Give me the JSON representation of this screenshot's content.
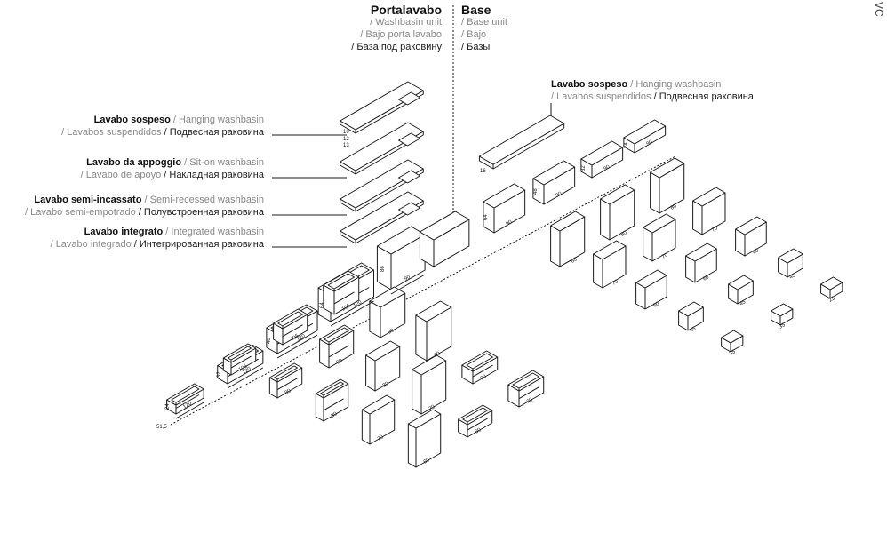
{
  "header": {
    "portalavabo": {
      "title": "Portalavabo",
      "en": "/ Washbasin unit",
      "es": "/ Bajo porta lavabo",
      "ru": "/ База под раковину"
    },
    "base": {
      "title": "Base",
      "en": "/ Base unit",
      "es": "/ Bajo",
      "ru": "/ Базы"
    }
  },
  "legend": [
    {
      "it": "Lavabo sospeso",
      "en": " / Hanging washbasin",
      "es": "/ Lavabos suspendidos",
      "ru": " / Подвесная раковина"
    },
    {
      "it": "Lavabo da appoggio",
      "en": " / Sit-on washbasin",
      "es": "/ Lavabo de apoyo",
      "ru": " / Накладная раковина"
    },
    {
      "it": "Lavabo semi-incassato",
      "en": " / Semi-recessed washbasin",
      "es": "/ Lavabo semi-empotrado",
      "ru": " / Полувстроенная раковина"
    },
    {
      "it": "Lavabo integrato",
      "en": " / Integrated washbasin",
      "es": "/ Lavabo integrado",
      "ru": " / Интегрированная раковина"
    }
  ],
  "right_label": {
    "it": "Lavabo sospeso",
    "en": " / Hanging washbasin",
    "es": "/ Lavabos suspendidos",
    "ru": " / Подвесная раковина"
  },
  "corner_mark": "VC",
  "dims": {
    "thickness": [
      "10",
      "12",
      "13"
    ],
    "top16": "16",
    "heights_left": [
      "24",
      "32",
      "48",
      "64",
      "86"
    ],
    "depth": "51,5",
    "widths_left": [
      "120",
      "120",
      "120",
      "120",
      "90"
    ],
    "heights_right": [
      "64",
      "48",
      "32",
      "24"
    ],
    "widths_right": [
      "90",
      "90",
      "90",
      "90",
      "90"
    ],
    "grid_left": [
      "105",
      "105",
      "105",
      "90",
      "90",
      "90",
      "80",
      "80",
      "80",
      "70",
      "70",
      "70",
      "60",
      "60",
      "60"
    ],
    "grid_right": [
      "80",
      "80",
      "80",
      "70",
      "70",
      "70",
      "60",
      "60",
      "60",
      "45",
      "45",
      "45",
      "35",
      "35",
      "25"
    ]
  }
}
